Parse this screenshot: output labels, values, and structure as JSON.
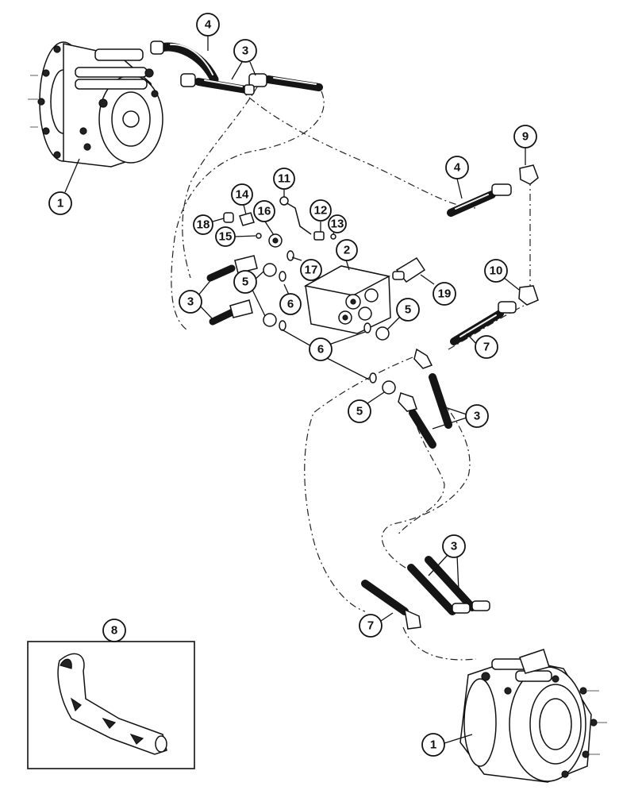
{
  "callouts": [
    {
      "id": "1a",
      "label": "1"
    },
    {
      "id": "1b",
      "label": "1"
    },
    {
      "id": "2",
      "label": "2"
    },
    {
      "id": "3a",
      "label": "3"
    },
    {
      "id": "3b",
      "label": "3"
    },
    {
      "id": "3c",
      "label": "3"
    },
    {
      "id": "3d",
      "label": "3"
    },
    {
      "id": "4a",
      "label": "4"
    },
    {
      "id": "4b",
      "label": "4"
    },
    {
      "id": "5a",
      "label": "5"
    },
    {
      "id": "5b",
      "label": "5"
    },
    {
      "id": "5c",
      "label": "5"
    },
    {
      "id": "6a",
      "label": "6"
    },
    {
      "id": "6b",
      "label": "6"
    },
    {
      "id": "7a",
      "label": "7"
    },
    {
      "id": "7b",
      "label": "7"
    },
    {
      "id": "8",
      "label": "8"
    },
    {
      "id": "9",
      "label": "9"
    },
    {
      "id": "10",
      "label": "10"
    },
    {
      "id": "11",
      "label": "11"
    },
    {
      "id": "12",
      "label": "12"
    },
    {
      "id": "13",
      "label": "13"
    },
    {
      "id": "14",
      "label": "14"
    },
    {
      "id": "15",
      "label": "15"
    },
    {
      "id": "16",
      "label": "16"
    },
    {
      "id": "17",
      "label": "17"
    },
    {
      "id": "18",
      "label": "18"
    },
    {
      "id": "19",
      "label": "19"
    }
  ]
}
